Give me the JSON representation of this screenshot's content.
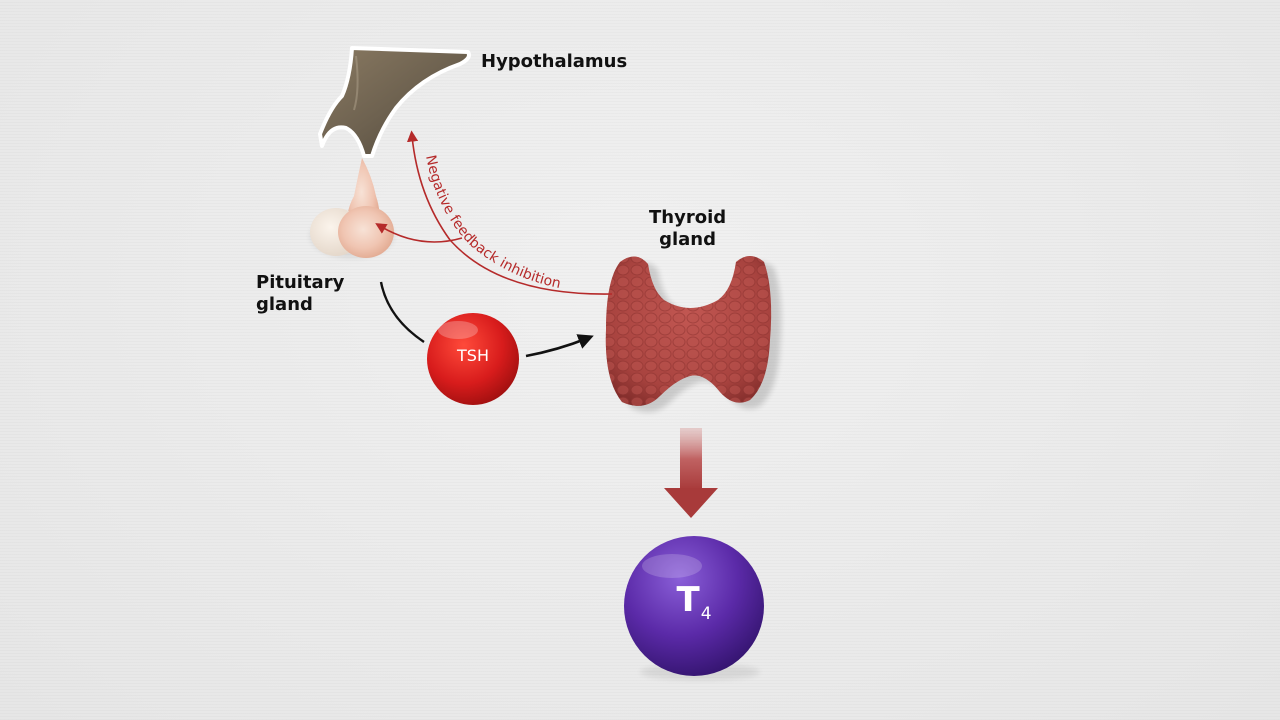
{
  "labels": {
    "hypothalamus": "Hypothalamus",
    "pituitary_line1": "Pituitary",
    "pituitary_line2": "gland",
    "thyroid_line1": "Thyroid",
    "thyroid_line2": "gland",
    "feedback": "Negative feedback inhibition"
  },
  "molecules": {
    "tsh": "TSH",
    "t4_main": "T",
    "t4_sub": "4"
  },
  "colors": {
    "feedback_arrow": "#b52a2a",
    "tsh_ball": "#d81c1c",
    "t4_ball": "#5b2aa8",
    "thyroid": "#a8433f",
    "output_arrow": "#b14a4a"
  }
}
